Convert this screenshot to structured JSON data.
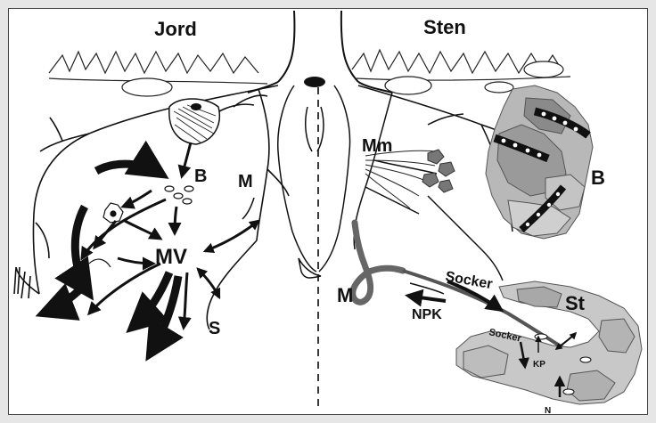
{
  "title_left": "Jord",
  "title_right": "Sten",
  "labels": {
    "B_left": "B",
    "M_left": "M",
    "MV": "MV",
    "S": "S",
    "Mm": "Mm",
    "B_right": "B",
    "M_right": "M",
    "Socker_top": "Socker",
    "NPK": "NPK",
    "St": "St",
    "Socker_small": "Socker",
    "KP": "KP",
    "N": "N"
  },
  "colors": {
    "ink": "#111111",
    "root_dark": "#666666",
    "rock_light": "#c8c8c8",
    "rock_mid": "#a8a8a8",
    "rock_dark": "#8c8c8c"
  }
}
